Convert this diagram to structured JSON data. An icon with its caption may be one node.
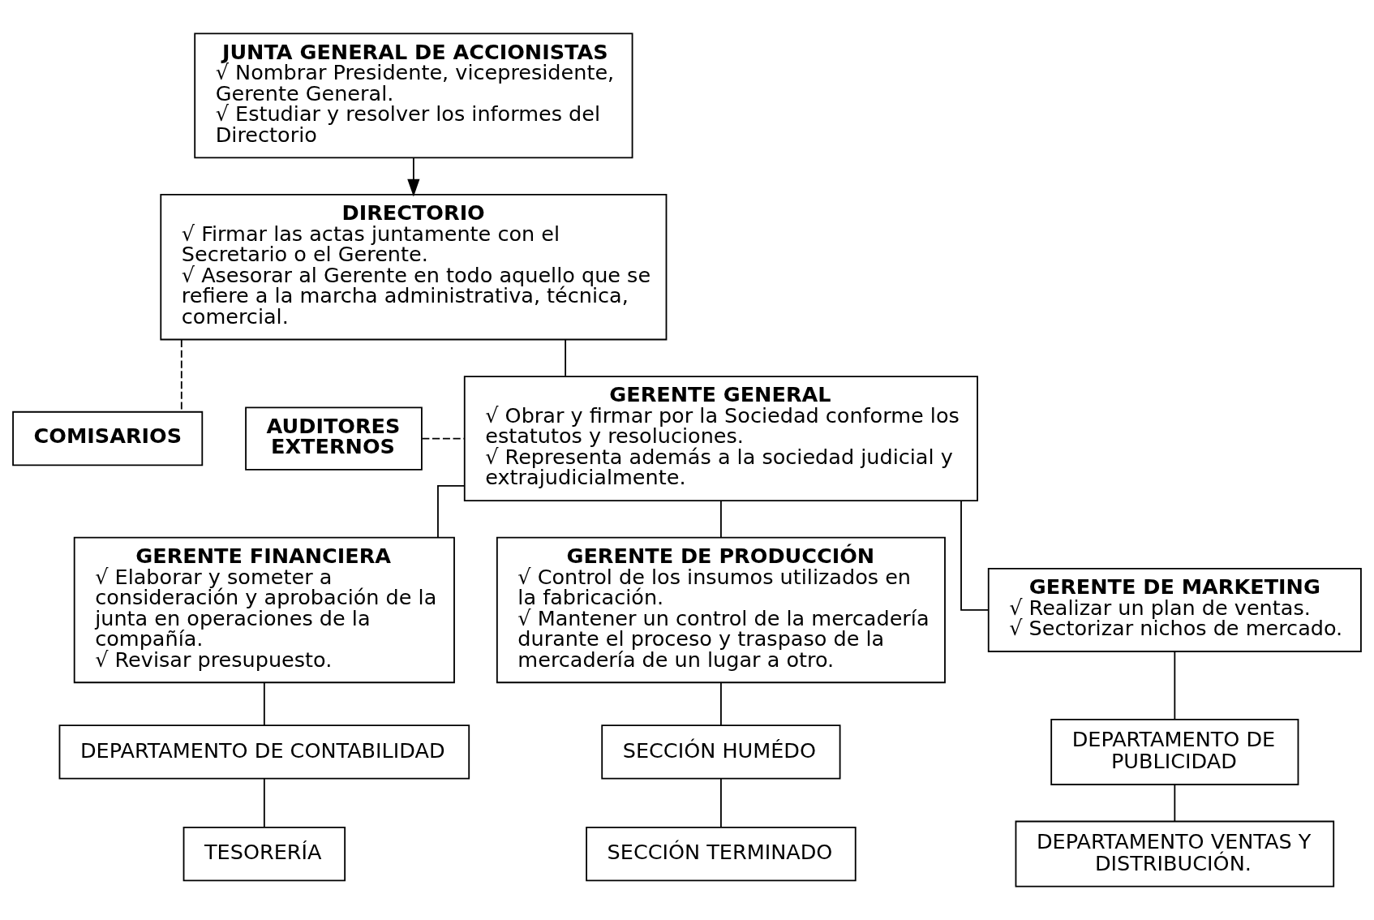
{
  "diagram": {
    "nodes": [
      {
        "text": [
          "JUNTA GENERAL DE ACCIONISTAS",
          "√ Nombrar Presidente, vicepresidente, Gerente General.",
          "√ Estudiar y resolver los informes del Directorio"
        ]
      },
      {
        "text": [
          "DIRECTORIO",
          "√ Firmar las actas juntamente con el Secretario o el Gerente.",
          "√ Asesorar al Gerente en todo aquello que se refiere a la marcha administrativa, técnica, comercial."
        ]
      },
      {
        "text": [
          "COMISARIOS"
        ]
      },
      {
        "text": [
          "AUDITORES EXTERNOS"
        ]
      },
      {
        "text": [
          "GERENTE GENERAL",
          "√ Obrar y firmar por la Sociedad conforme los estatutos y resoluciones.",
          "√ Representa además a la sociedad judicial y extrajudicialmente."
        ]
      },
      {
        "text": [
          "GERENTE FINANCIERA",
          "√ Elaborar y someter a consideración y aprobación de la junta en operaciones de la compañía.",
          "√ Revisar presupuesto."
        ]
      },
      {
        "text": [
          "GERENTE DE PRODUCCIÓN",
          "√ Control de los insumos utilizados en la fabricación.",
          "√ Mantener un control de la mercadería durante el proceso y traspaso de la mercadería de un lugar a otro."
        ]
      },
      {
        "text": [
          "GERENTE DE MARKETING",
          "√ Realizar un plan de ventas.",
          "√ Sectorizar nichos de mercado."
        ]
      },
      {
        "text": [
          "DEPARTAMENTO DE CONTABILIDAD"
        ]
      },
      {
        "text": [
          "TESORERÍA"
        ]
      },
      {
        "text": [
          "SECCIÓN HUMÉDO"
        ]
      },
      {
        "text": [
          "SECCIÓN TERMINADO"
        ]
      },
      {
        "text": [
          "DEPARTAMENTO DE PUBLICIDAD"
        ]
      },
      {
        "text": [
          "DEPARTAMENTO VENTAS Y DISTRIBUCIÓN."
        ]
      }
    ],
    "edges": [
      {
        "from": 0,
        "to": 1,
        "arrow": "to"
      },
      {
        "from": 1,
        "to": 4,
        "arrow": "none"
      },
      {
        "from": 1,
        "to": 2,
        "arrow": "none",
        "style": "dashed"
      },
      {
        "from": 3,
        "to": 4,
        "arrow": "none",
        "style": "dashed"
      },
      {
        "from": 4,
        "to": 5,
        "arrow": "none"
      },
      {
        "from": 4,
        "to": 6,
        "arrow": "none"
      },
      {
        "from": 4,
        "to": 7,
        "arrow": "none"
      },
      {
        "from": 5,
        "to": 8,
        "arrow": "none"
      },
      {
        "from": 8,
        "to": 9,
        "arrow": "none"
      },
      {
        "from": 6,
        "to": 10,
        "arrow": "none"
      },
      {
        "from": 10,
        "to": 11,
        "arrow": "none"
      },
      {
        "from": 7,
        "to": 12,
        "arrow": "none"
      },
      {
        "from": 12,
        "to": 13,
        "arrow": "none"
      }
    ]
  }
}
